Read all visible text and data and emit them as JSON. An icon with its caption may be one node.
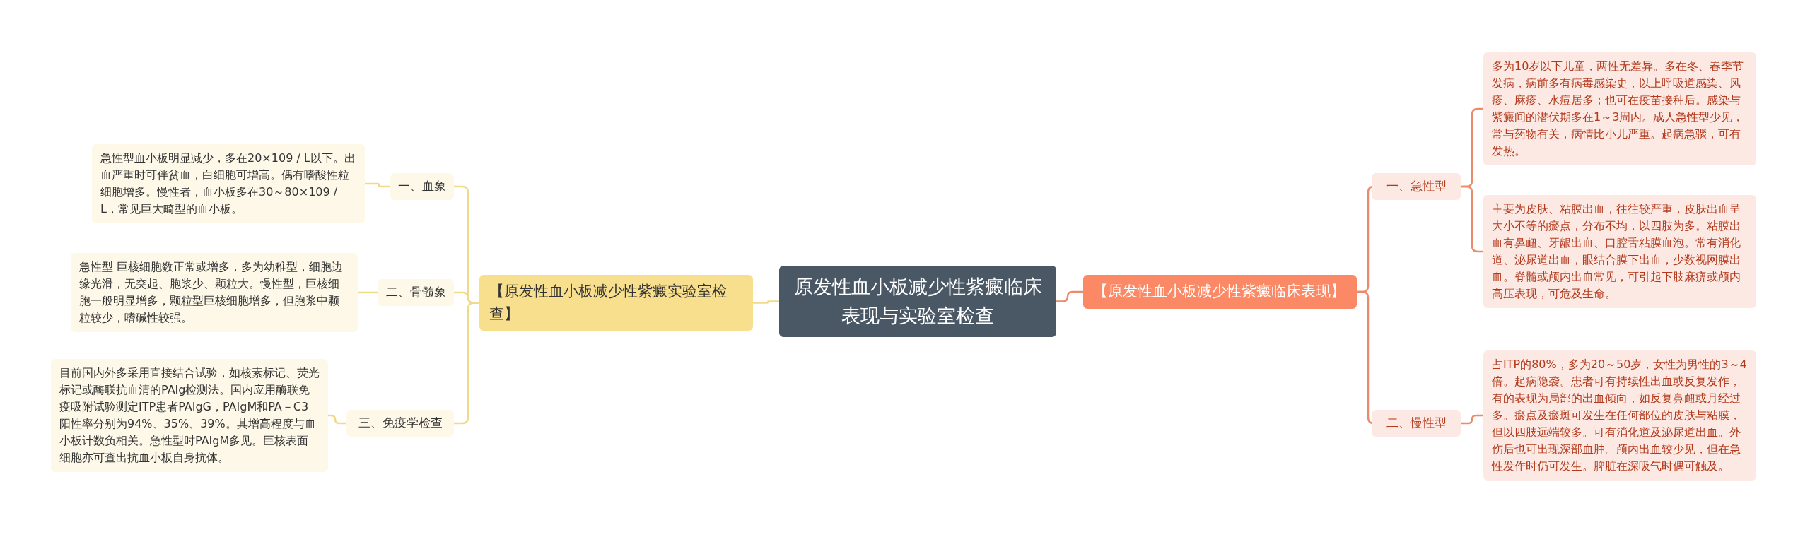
{
  "diagram": {
    "nodes": [
      {
        "text": [
          "原发性血小板减少性紫癜临床表现与实验室检查"
        ]
      },
      {
        "text": [
          "【原发性血小板减少性紫癜实验室检查】"
        ]
      },
      {
        "text": [
          "一、血象"
        ]
      },
      {
        "text": [
          "急性型血小板明显减少，多在20×109 / L以下。出血严重时可伴贫血，白细胞可增高。偶有嗜酸性粒细胞增多。慢性者，血小板多在30～80×109 / L，常见巨大畸型的血小板。"
        ]
      },
      {
        "text": [
          "二、骨髓象"
        ]
      },
      {
        "text": [
          "急性型 巨核细胞数正常或增多，多为幼稚型，细胞边缘光滑，无突起、胞浆少、颗粒大。慢性型，巨核细胞一般明显增多，颗粒型巨核细胞增多，但胞浆中颗粒较少，嗜碱性较强。"
        ]
      },
      {
        "text": [
          "三、免疫学检查"
        ]
      },
      {
        "text": [
          "目前国内外多采用直接结合试验，如核素标记、荧光标记或酶联抗血清的PAIg检测法。国内应用酶联免疫吸附试验测定ITP患者PAIgG，PAIgM和PA－C3阳性率分别为94%、35%、39%。其增高程度与血小板计数负相关。急性型时PAIgM多见。巨核表面细胞亦可查出抗血小板自身抗体。"
        ]
      },
      {
        "text": [
          "【原发性血小板减少性紫癜临床表现】"
        ]
      },
      {
        "text": [
          "一、急性型"
        ]
      },
      {
        "text": [
          "多为10岁以下儿童，两性无差异。多在冬、春季节发病，病前多有病毒感染史，以上呼吸道感染、风疹、麻疹、水痘居多；也可在疫苗接种后。感染与紫癜间的潜伏期多在1～3周内。成人急性型少见，常与药物有关，病情比小儿严重。起病急骤，可有发热。"
        ]
      },
      {
        "text": [
          "主要为皮肤、粘膜出血，往往较严重，皮肤出血呈大小不等的瘀点，分布不均，以四肢为多。粘膜出血有鼻衄、牙龈出血、口腔舌粘膜血泡。常有消化道、泌尿道出血，眼结合膜下出血，少数视网膜出血。脊髓或颅内出血常见，可引起下肢麻痹或颅内高压表现，可危及生命。"
        ]
      },
      {
        "text": [
          "二、慢性型"
        ]
      },
      {
        "text": [
          "占ITP的80%，多为20～50岁，女性为男性的3～4倍。起病隐袭。患者可有持续性出血或反复发作，有的表现为局部的出血倾向，如反复鼻衄或月经过多。瘀点及瘀斑可发生在任何部位的皮肤与粘膜，但以四肢远端较多。可有消化道及泌尿道出血。外伤后也可出现深部血肿。颅内出血较少见，但在急性发作时仍可发生。脾脏在深吸气时偶可触及。"
        ]
      }
    ],
    "edges": [
      {
        "from": 0,
        "to": 1,
        "arrow": "none"
      },
      {
        "from": 1,
        "to": 2,
        "arrow": "none"
      },
      {
        "from": 2,
        "to": 3,
        "arrow": "none"
      },
      {
        "from": 1,
        "to": 4,
        "arrow": "none"
      },
      {
        "from": 4,
        "to": 5,
        "arrow": "none"
      },
      {
        "from": 1,
        "to": 6,
        "arrow": "none"
      },
      {
        "from": 6,
        "to": 7,
        "arrow": "none"
      },
      {
        "from": 0,
        "to": 8,
        "arrow": "none",
        "color": "#ec8a6c"
      },
      {
        "from": 8,
        "to": 9,
        "arrow": "none",
        "color": "#ec8a6c"
      },
      {
        "from": 9,
        "to": 10,
        "arrow": "none",
        "color": "#ec8a6c"
      },
      {
        "from": 9,
        "to": 11,
        "arrow": "none",
        "color": "#ec8a6c"
      },
      {
        "from": 8,
        "to": 12,
        "arrow": "none",
        "color": "#ec8a6c"
      },
      {
        "from": 12,
        "to": 13,
        "arrow": "none",
        "color": "#ec8a6c"
      }
    ]
  }
}
